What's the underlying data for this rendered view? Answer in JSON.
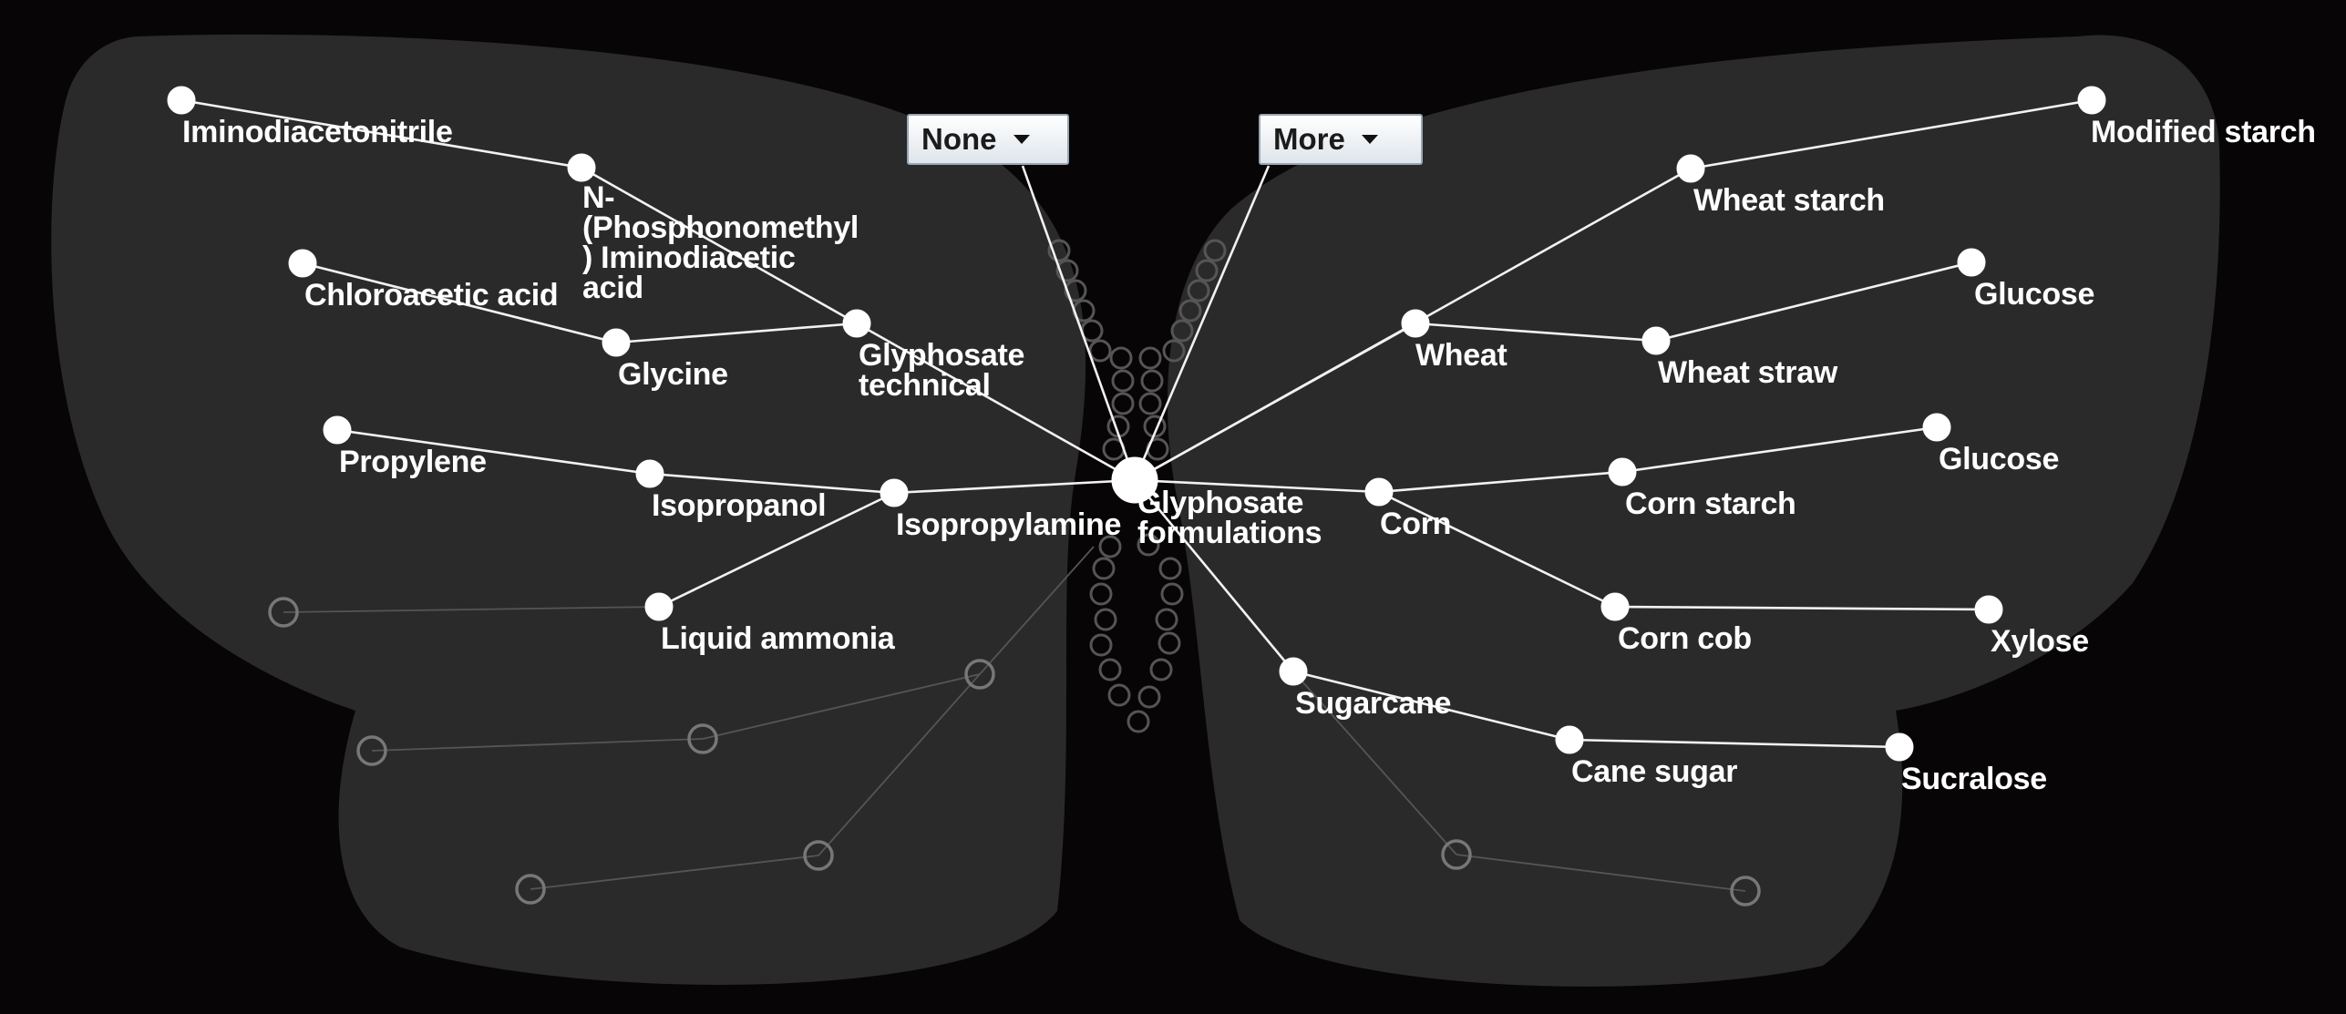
{
  "controls": {
    "left_dropdown": {
      "selected": "None"
    },
    "right_dropdown": {
      "selected": "More"
    }
  },
  "center_node": {
    "id": "glyphosate",
    "label": "Glyphosate formulations"
  },
  "nodes": [
    {
      "id": "iminodiacetonitrile",
      "label": "Iminodiacetonitrile"
    },
    {
      "id": "pmida",
      "label": "N-(Phosphonomethyl) Iminodiacetic acid"
    },
    {
      "id": "chloroacetic",
      "label": "Chloroacetic acid"
    },
    {
      "id": "glycine",
      "label": "Glycine"
    },
    {
      "id": "glyphosate_tech",
      "label": "Glyphosate technical"
    },
    {
      "id": "propylene",
      "label": "Propylene"
    },
    {
      "id": "isopropanol",
      "label": "Isopropanol"
    },
    {
      "id": "isopropylamine",
      "label": "Isopropylamine"
    },
    {
      "id": "ammonia",
      "label": "Liquid ammonia"
    },
    {
      "id": "modified_starch",
      "label": "Modified starch"
    },
    {
      "id": "wheat_starch",
      "label": "Wheat starch"
    },
    {
      "id": "glucose1",
      "label": "Glucose"
    },
    {
      "id": "wheat",
      "label": "Wheat"
    },
    {
      "id": "wheat_straw",
      "label": "Wheat straw"
    },
    {
      "id": "glucose2",
      "label": "Glucose"
    },
    {
      "id": "corn_starch",
      "label": "Corn starch"
    },
    {
      "id": "corn",
      "label": "Corn"
    },
    {
      "id": "corn_cob",
      "label": "Corn cob"
    },
    {
      "id": "xylose",
      "label": "Xylose"
    },
    {
      "id": "sugarcane",
      "label": "Sugarcane"
    },
    {
      "id": "cane_sugar",
      "label": "Cane sugar"
    },
    {
      "id": "sucralose",
      "label": "Sucralose"
    }
  ],
  "edges": [
    [
      "iminodiacetonitrile",
      "pmida"
    ],
    [
      "pmida",
      "glyphosate_tech"
    ],
    [
      "chloroacetic",
      "glycine"
    ],
    [
      "glycine",
      "glyphosate_tech"
    ],
    [
      "glyphosate_tech",
      "glyphosate"
    ],
    [
      "propylene",
      "isopropanol"
    ],
    [
      "isopropanol",
      "isopropylamine"
    ],
    [
      "ammonia",
      "isopropylamine"
    ],
    [
      "isopropylamine",
      "glyphosate"
    ],
    [
      "glyphosate",
      "wheat"
    ],
    [
      "glyphosate",
      "wheat_starch"
    ],
    [
      "wheat_starch",
      "modified_starch"
    ],
    [
      "wheat",
      "wheat_straw"
    ],
    [
      "wheat_straw",
      "glucose1"
    ],
    [
      "glyphosate",
      "corn"
    ],
    [
      "corn",
      "corn_starch"
    ],
    [
      "corn_starch",
      "glucose2"
    ],
    [
      "corn",
      "corn_cob"
    ],
    [
      "corn_cob",
      "xylose"
    ],
    [
      "glyphosate",
      "sugarcane"
    ],
    [
      "sugarcane",
      "cane_sugar"
    ],
    [
      "cane_sugar",
      "sucralose"
    ]
  ],
  "unlabeled_nodes": [
    "hidden_l1",
    "hidden_l2",
    "hidden_l3",
    "hidden_l4",
    "hidden_l5",
    "hidden_l6",
    "hidden_l7",
    "hidden_r1",
    "hidden_r2"
  ],
  "faint_edges": [
    [
      "hidden_l1",
      "ammonia"
    ],
    [
      "hidden_l2",
      "hidden_l3"
    ],
    [
      "hidden_l3",
      "hidden_l4"
    ],
    [
      "hidden_l5",
      "hidden_l6"
    ],
    [
      "hidden_l6",
      "hidden_l4"
    ],
    [
      "hidden_l4",
      "hidden_l7"
    ],
    [
      "sugarcane",
      "hidden_r1"
    ],
    [
      "hidden_r1",
      "hidden_r2"
    ]
  ]
}
